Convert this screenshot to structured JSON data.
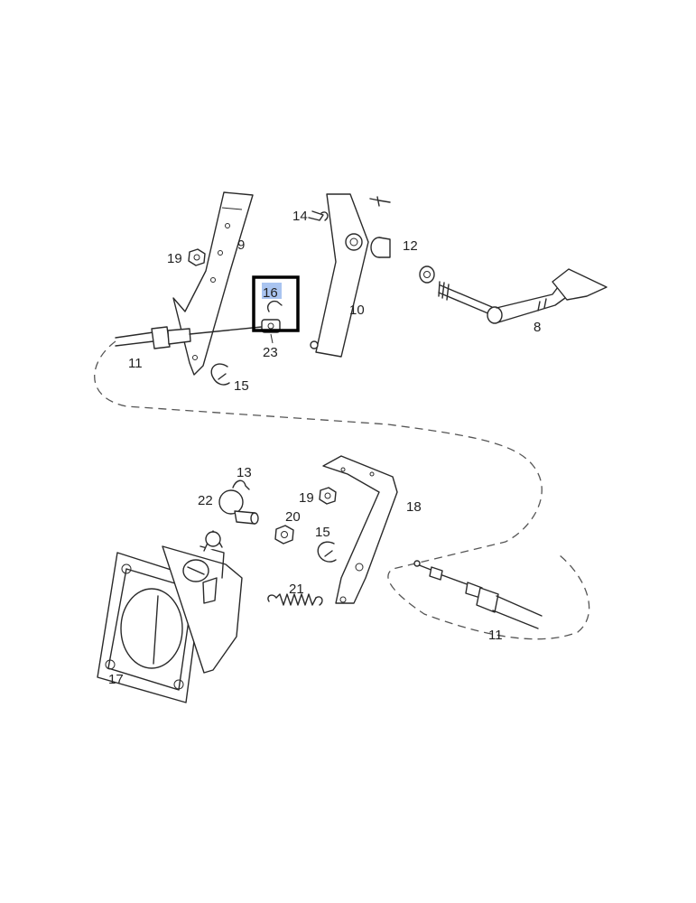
{
  "callouts": {
    "c8": "8",
    "c9": "9",
    "c10": "10",
    "c11a": "11",
    "c11b": "11",
    "c12": "12",
    "c13": "13",
    "c14": "14",
    "c15a": "15",
    "c15b": "15",
    "c16": "16",
    "c17": "17",
    "c18": "18",
    "c19a": "19",
    "c19b": "19",
    "c20": "20",
    "c21": "21",
    "c22": "22",
    "c23": "23"
  },
  "highlight": {
    "callout": "16",
    "box_color": "#000000",
    "label_bg": "#a9c4f0"
  },
  "colors": {
    "line": "#2a2a2a",
    "background": "#ffffff"
  }
}
